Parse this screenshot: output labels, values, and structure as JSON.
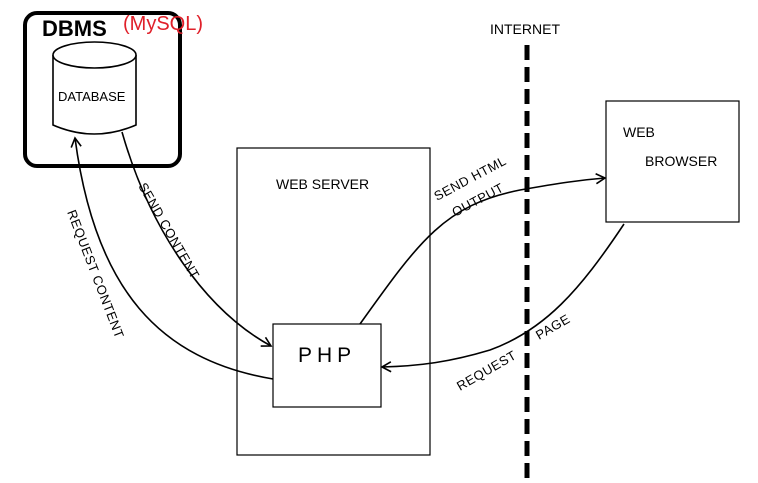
{
  "colors": {
    "accent": "#e0202a",
    "ink": "#000000"
  },
  "dbms": {
    "title": "DBMS",
    "engine": "(MySQL)",
    "database_label": "DATABASE"
  },
  "web_server": {
    "label": "WEB SERVER",
    "component": "PHP"
  },
  "internet": {
    "label": "INTERNET"
  },
  "web_browser": {
    "line1": "WEB",
    "line2": "BROWSER"
  },
  "arrows": {
    "send_content": "SEND  CONTENT",
    "request_content": "REQUEST  CONTENT",
    "send_html_line1": "SEND  HTML",
    "send_html_line2": "OUTPUT",
    "request_page_word1": "REQUEST",
    "request_page_word2": "PAGE"
  }
}
